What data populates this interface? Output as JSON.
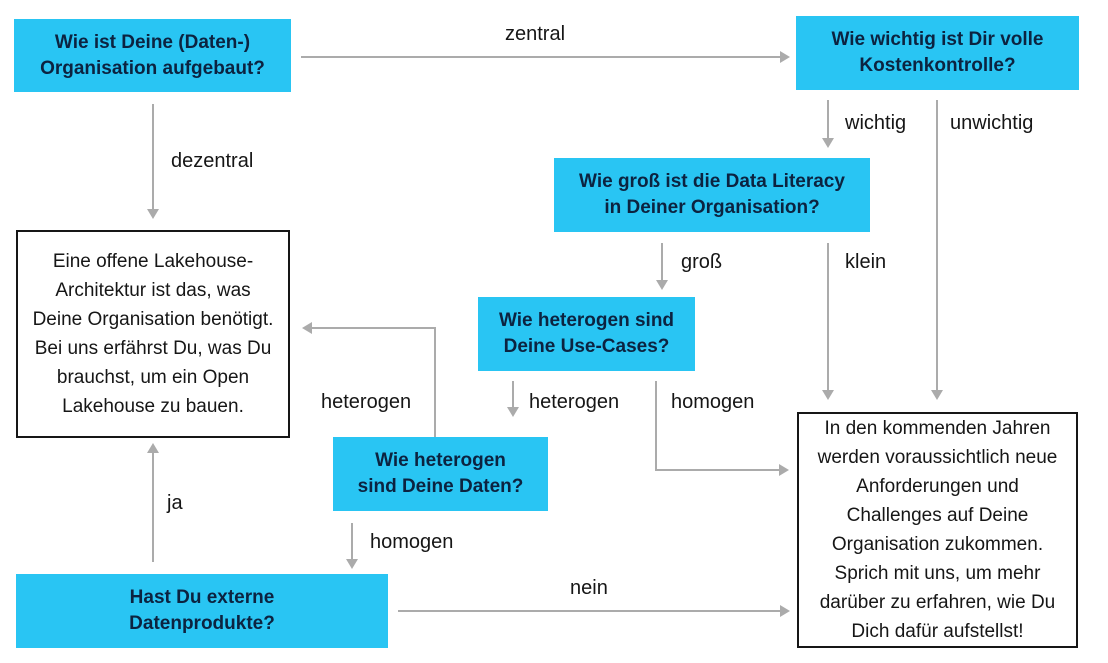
{
  "colors": {
    "node_fill": "#29C5F3",
    "node_text": "#0C2340",
    "arrow": "#ABABAB",
    "ink": "#161616",
    "bg": "#FFFFFF"
  },
  "questions": [
    {
      "id": "organisation",
      "lines": [
        "Wie ist Deine (Daten-)",
        "Organisation aufgebaut?"
      ],
      "text": "Wie ist Deine (Daten-) Organisation aufgebaut?"
    },
    {
      "id": "kostenkontrolle",
      "lines": [
        "Wie wichtig ist Dir volle",
        "Kostenkontrolle?"
      ],
      "text": "Wie wichtig ist Dir volle Kostenkontrolle?"
    },
    {
      "id": "data-literacy",
      "lines": [
        "Wie groß ist die Data Literacy",
        "in Deiner Organisation?"
      ],
      "text": "Wie groß ist die Data Literacy in Deiner Organisation?"
    },
    {
      "id": "use-cases",
      "lines": [
        "Wie heterogen sind",
        "Deine Use-Cases?"
      ],
      "text": "Wie heterogen sind Deine Use-Cases?"
    },
    {
      "id": "daten",
      "lines": [
        "Wie heterogen",
        "sind Deine Daten?"
      ],
      "text": "Wie heterogen sind Deine Daten?"
    },
    {
      "id": "datenprodukte",
      "lines": [
        "Hast Du externe",
        "Datenprodukte?"
      ],
      "text": "Hast Du externe Datenprodukte?"
    }
  ],
  "results": [
    {
      "id": "lakehouse",
      "text": "Eine offene Lakehouse-Architektur ist das, was Deine Organisation benötigt. Bei uns erfährst Du, was Du brauchst, um ein Open Lakehouse zu bauen."
    },
    {
      "id": "zukunft",
      "text": "In den kommenden Jahren werden voraussichtlich neue Anforderungen und Challenges auf Deine Organisation zukommen. Sprich mit uns, um mehr darüber zu erfahren, wie Du Dich dafür aufstellst!"
    }
  ],
  "edges": [
    {
      "id": "zentral",
      "label": "zentral",
      "from": "organisation",
      "to": "kostenkontrolle"
    },
    {
      "id": "dezentral",
      "label": "dezentral",
      "from": "organisation",
      "to": "lakehouse"
    },
    {
      "id": "wichtig",
      "label": "wichtig",
      "from": "kostenkontrolle",
      "to": "data-literacy"
    },
    {
      "id": "unwichtig",
      "label": "unwichtig",
      "from": "kostenkontrolle",
      "to": "zukunft"
    },
    {
      "id": "gross",
      "label": "groß",
      "from": "data-literacy",
      "to": "use-cases"
    },
    {
      "id": "klein",
      "label": "klein",
      "from": "data-literacy",
      "to": "zukunft"
    },
    {
      "id": "heterogen-usecases",
      "label": "heterogen",
      "from": "use-cases",
      "to": "daten"
    },
    {
      "id": "homogen-usecases",
      "label": "homogen",
      "from": "use-cases",
      "to": "zukunft"
    },
    {
      "id": "heterogen-daten",
      "label": "heterogen",
      "from": "daten",
      "to": "lakehouse"
    },
    {
      "id": "homogen-daten",
      "label": "homogen",
      "from": "daten",
      "to": "datenprodukte"
    },
    {
      "id": "ja",
      "label": "ja",
      "from": "datenprodukte",
      "to": "lakehouse"
    },
    {
      "id": "nein",
      "label": "nein",
      "from": "datenprodukte",
      "to": "zukunft"
    }
  ]
}
